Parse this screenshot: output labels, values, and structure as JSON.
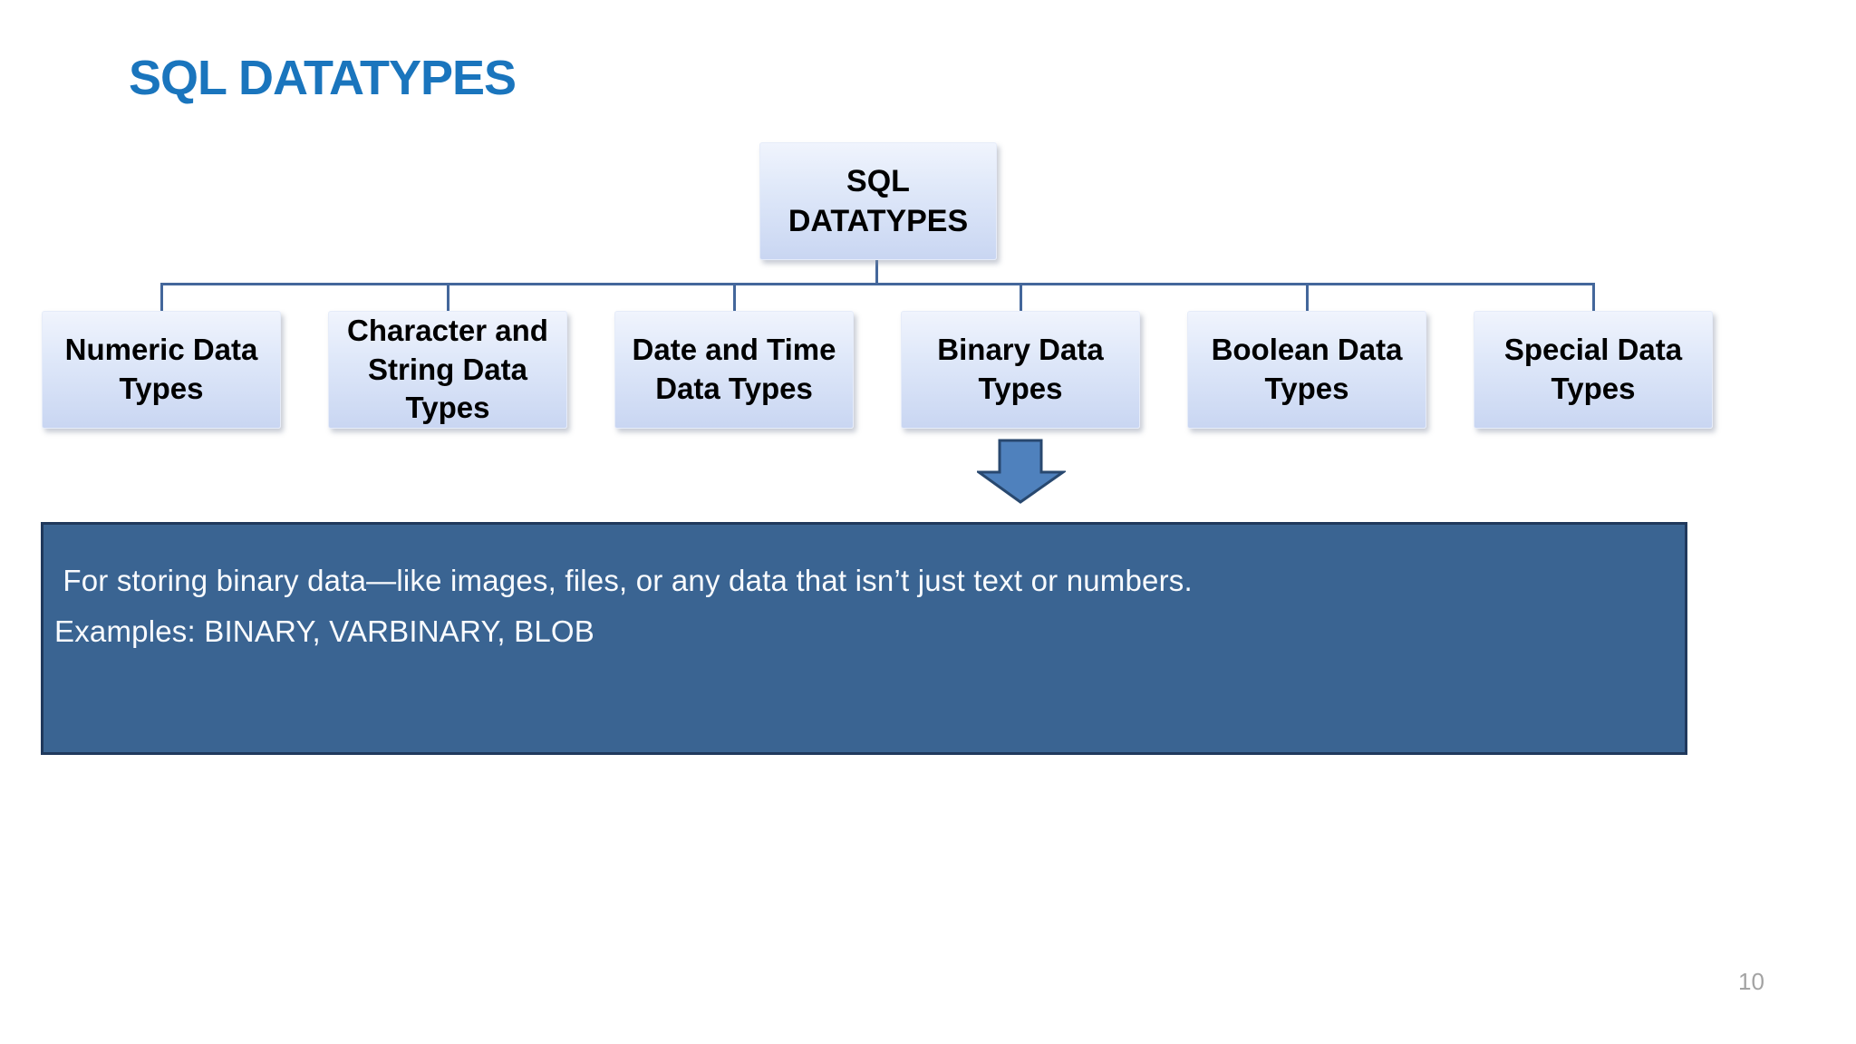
{
  "slide": {
    "title": "SQL DATATYPES",
    "page_number": "10"
  },
  "colors": {
    "title_blue": "#1a75bd",
    "connector_line": "#44679b",
    "arrow_fill": "#4f81bd",
    "arrow_border": "#28486f",
    "callout_bg": "#3a6492",
    "callout_border": "#20395c",
    "node_gradient_top": "#f0f4fd",
    "node_gradient_bottom": "#c9d6f2"
  },
  "diagram": {
    "root": {
      "label": "SQL DATATYPES"
    },
    "children": [
      {
        "label": "Numeric Data Types"
      },
      {
        "label": "Character and String Data Types"
      },
      {
        "label": "Date and Time Data Types"
      },
      {
        "label": "Binary Data Types"
      },
      {
        "label": "Boolean Data Types"
      },
      {
        "label": "Special Data Types"
      }
    ]
  },
  "callout": {
    "line1": " For storing binary data—like images, files, or any data that isn’t just text or numbers.",
    "line2": "Examples: BINARY, VARBINARY, BLOB"
  }
}
